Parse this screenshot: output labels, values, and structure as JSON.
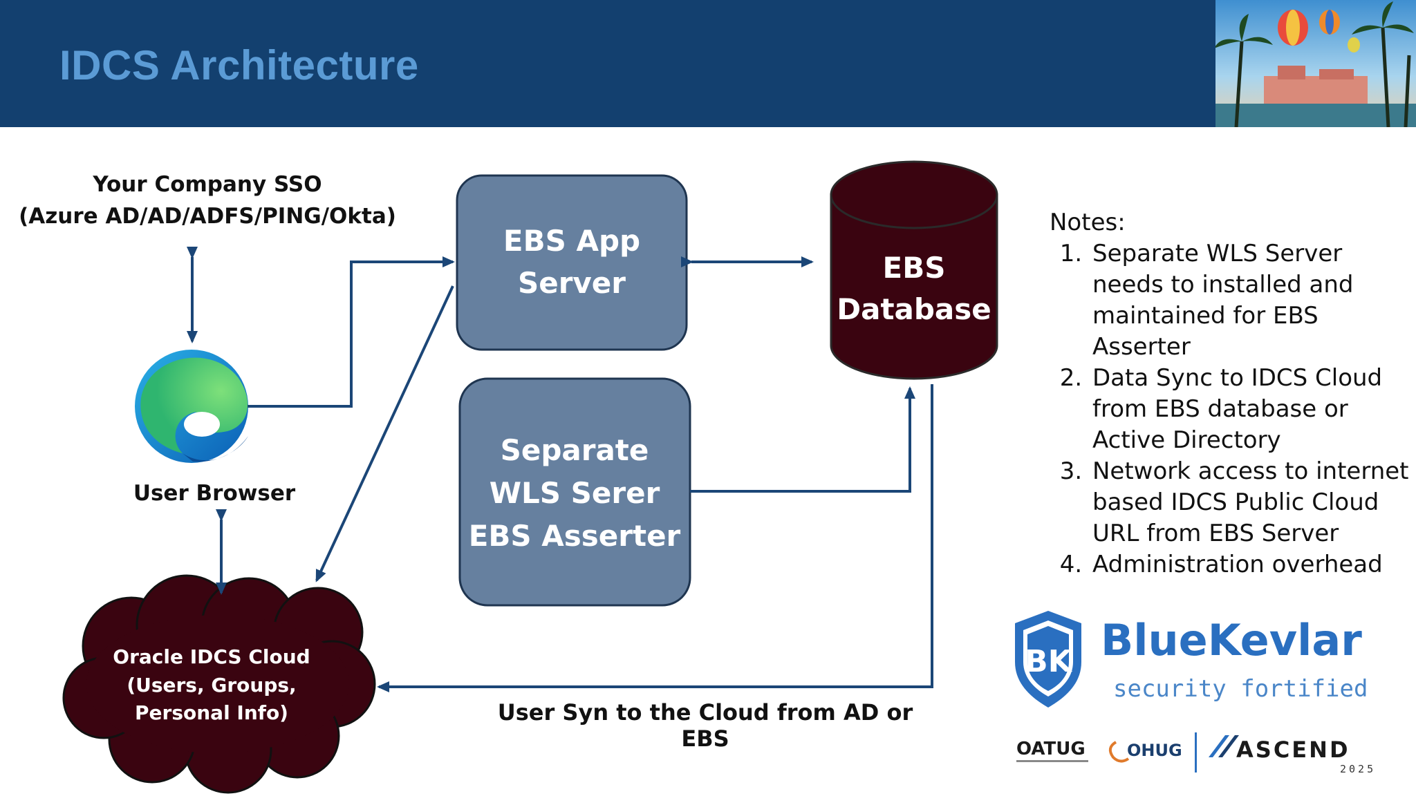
{
  "slide": {
    "title": "IDCS Architecture"
  },
  "nodes": {
    "sso_label_line1": "Your Company SSO",
    "sso_label_line2": "(Azure AD/AD/ADFS/PING/Okta)",
    "browser_label": "User Browser",
    "app_server_line1": "EBS App",
    "app_server_line2": "Server",
    "wls_line1": "Separate",
    "wls_line2": "WLS Serer",
    "wls_line3": "EBS Asserter",
    "db_line1": "EBS",
    "db_line2": "Database",
    "cloud_line1": "Oracle IDCS Cloud",
    "cloud_line2": "(Users, Groups,",
    "cloud_line3": "Personal Info)",
    "sync_label": "User Syn to the Cloud from AD or EBS"
  },
  "notes": {
    "heading": "Notes:",
    "items": [
      "Separate WLS Server needs to installed and maintained for EBS Asserter",
      "Data Sync to IDCS Cloud from EBS database or Active Directory",
      "Network access to internet based IDCS Public Cloud URL from EBS Server",
      "Administration overhead"
    ]
  },
  "branding": {
    "logo_initials": "BK",
    "logo_name": "BlueKevlar",
    "logo_tagline": "security fortified",
    "partner_1": "OATUG",
    "partner_2": "OHUG",
    "partner_3": "ASCEND",
    "partner_3_year": "2025"
  },
  "icons": {
    "browser": "edge-browser-icon",
    "corner": "balloon-scene-image"
  },
  "colors": {
    "header_bg": "#13406f",
    "title": "#5b9bd5",
    "server_box": "#66809f",
    "database": "#3a0410",
    "cloud": "#3a0410",
    "arrow": "#1b4677",
    "logo_blue": "#2a6fc0"
  }
}
